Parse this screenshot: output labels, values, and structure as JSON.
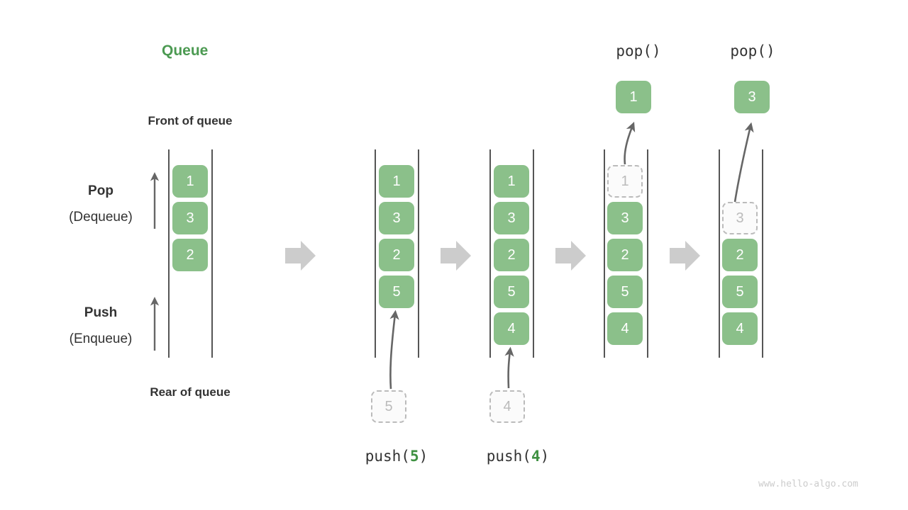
{
  "diagram": {
    "title": "Queue",
    "front_label": "Front of queue",
    "rear_label": "Rear of queue",
    "pop_label": "Pop",
    "pop_sub": "(Dequeue)",
    "push_label": "Push",
    "push_sub": "(Enqueue)",
    "watermark": "www.hello-algo.com",
    "accent_green": "#4c9a52",
    "box_green": "#8bc08a",
    "ghost_gray": "#bbbbbb",
    "arrow_gray": "#cccccc"
  },
  "operations": {
    "push5": {
      "prefix": "push(",
      "value": "5",
      "suffix": ")"
    },
    "push4": {
      "prefix": "push(",
      "value": "4",
      "suffix": ")"
    },
    "pop1": "pop()",
    "pop2": "pop()"
  },
  "stages": [
    {
      "name": "initial",
      "cells": [
        {
          "value": "1",
          "state": "solid"
        },
        {
          "value": "3",
          "state": "solid"
        },
        {
          "value": "2",
          "state": "solid"
        }
      ],
      "pending": null,
      "popped": null
    },
    {
      "name": "after-push-5",
      "cells": [
        {
          "value": "1",
          "state": "solid"
        },
        {
          "value": "3",
          "state": "solid"
        },
        {
          "value": "2",
          "state": "solid"
        },
        {
          "value": "5",
          "state": "solid"
        }
      ],
      "pending": {
        "value": "5",
        "state": "ghost"
      },
      "popped": null
    },
    {
      "name": "after-push-4",
      "cells": [
        {
          "value": "1",
          "state": "solid"
        },
        {
          "value": "3",
          "state": "solid"
        },
        {
          "value": "2",
          "state": "solid"
        },
        {
          "value": "5",
          "state": "solid"
        },
        {
          "value": "4",
          "state": "solid"
        }
      ],
      "pending": {
        "value": "4",
        "state": "ghost"
      },
      "popped": null
    },
    {
      "name": "after-pop-1",
      "cells": [
        {
          "value": "1",
          "state": "ghost"
        },
        {
          "value": "3",
          "state": "solid"
        },
        {
          "value": "2",
          "state": "solid"
        },
        {
          "value": "5",
          "state": "solid"
        },
        {
          "value": "4",
          "state": "solid"
        }
      ],
      "pending": null,
      "popped": {
        "value": "1",
        "state": "solid"
      }
    },
    {
      "name": "after-pop-3",
      "cells": [
        {
          "value": "3",
          "state": "ghost"
        },
        {
          "value": "2",
          "state": "solid"
        },
        {
          "value": "5",
          "state": "solid"
        },
        {
          "value": "4",
          "state": "solid"
        }
      ],
      "pending": null,
      "popped": {
        "value": "3",
        "state": "solid"
      }
    }
  ]
}
